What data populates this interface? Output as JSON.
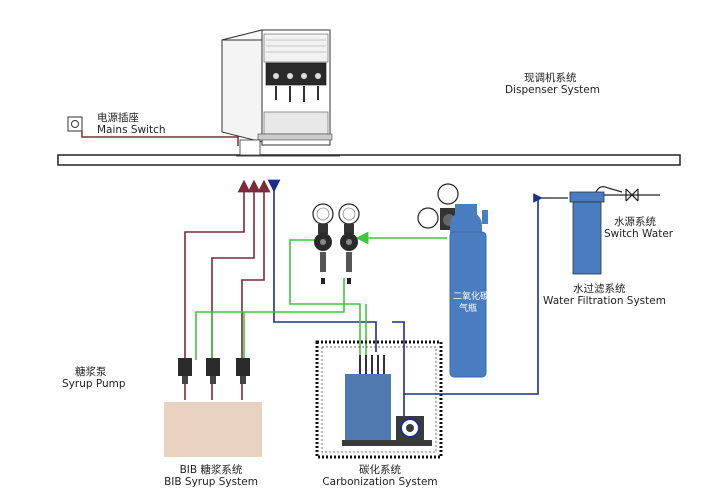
{
  "dispenser": {
    "label_cn": "现调机系统",
    "label_en": "Dispenser System"
  },
  "mains": {
    "label_cn": "电源插座",
    "label_en": "Mains Switch"
  },
  "water_source": {
    "label_cn": "水源系统",
    "label_en": "Switch Water"
  },
  "water_filtration": {
    "label_cn": "水过滤系统",
    "label_en": "Water Filtration System"
  },
  "syrup_pump": {
    "label_cn": "糖浆泵",
    "label_en": "Syrup Pump"
  },
  "bib": {
    "label_cn": "BIB 糖浆系统",
    "label_en": "BIB Syrup System"
  },
  "carbonization": {
    "label_cn": "碳化系统",
    "label_en": "Carbonization System"
  },
  "co2_tank": {
    "label_line1": "二氧化碳",
    "label_line2": "气瓶"
  },
  "colors": {
    "syrup_line": "#7a2a3a",
    "co2_line": "#3cc83c",
    "water_line": "#1c2f8a",
    "mains_line": "#8b2a2a",
    "tank": "#4a7dc0",
    "carbonator": "#4f79b0",
    "bib_box": "#e9d2bf"
  }
}
